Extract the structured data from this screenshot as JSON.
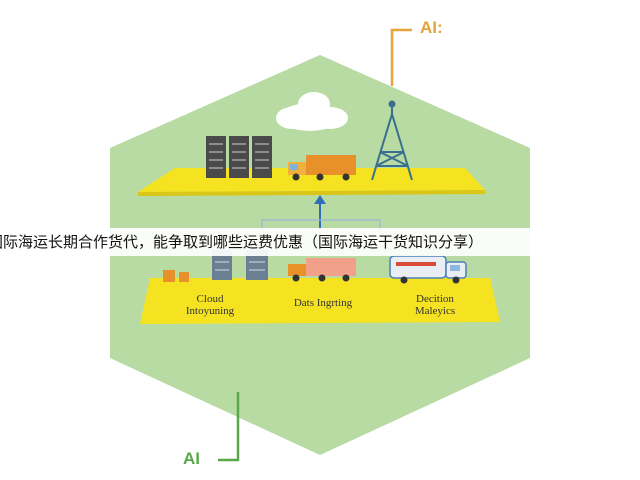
{
  "labels": {
    "ai_top": "AI:",
    "ai_bottom": "AI",
    "cloud": "Cloud\nIntoyuning",
    "data": "Dats Ingrting",
    "decision": "Decition\nMaleyics"
  },
  "banner": {
    "text": "国际海运长期合作货代，能争取到哪些运费优惠（国际海运干货知识分享）"
  },
  "colors": {
    "hexagon": "#b7dba2",
    "platform": "#f5e321",
    "accent_orange": "#e8a33a",
    "accent_green": "#5aa84a",
    "arrow_blue": "#2f6db5"
  },
  "icons": [
    "server-rack-icon",
    "truck-icon",
    "cell-tower-icon",
    "cloud-icon",
    "van-icon",
    "box-icon"
  ]
}
